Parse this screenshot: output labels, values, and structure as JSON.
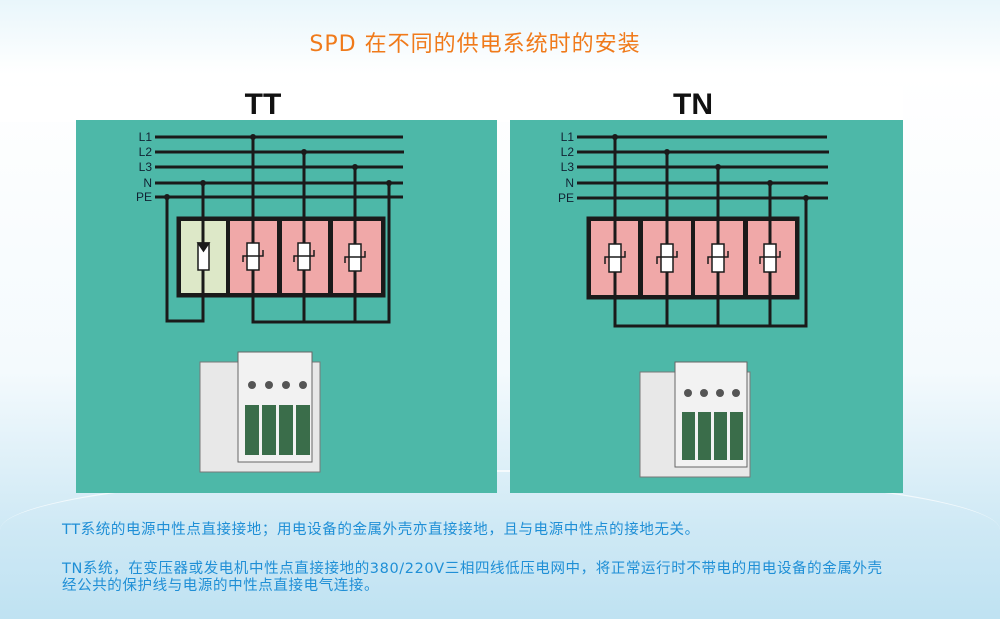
{
  "title": "SPD 在不同的供电系统时的安装",
  "diagrams": [
    {
      "label": "TT",
      "lines": [
        "L1",
        "L2",
        "L3",
        "N",
        "PE"
      ]
    },
    {
      "label": "TN",
      "lines": [
        "L1",
        "L2",
        "L3",
        "N",
        "PE"
      ]
    }
  ],
  "descriptions": [
    "TT系统的电源中性点直接接地；用电设备的金属外壳亦直接接地，且与电源中性点的接地无关。",
    "TN系统，在变压器或发电机中性点直接接地的380/220V三相四线低压电网中，将正常运行时不带电的用电设备的金属外壳经公共的保护线与电源的中性点直接电气连接。"
  ],
  "colors": {
    "panel": "#4db8a8",
    "spd_module": "#f0a8a8",
    "np_module": "#dde8c8",
    "title": "#f07a1a",
    "text": "#1f8fd6"
  }
}
